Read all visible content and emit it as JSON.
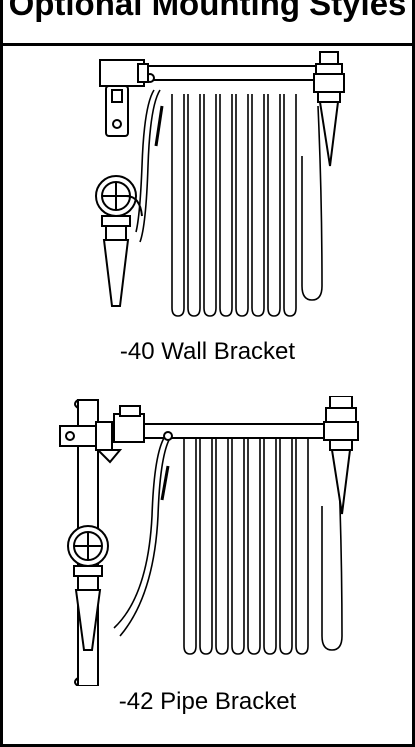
{
  "header": {
    "title": "Optional Mounting Styles"
  },
  "figures": [
    {
      "caption": "-40 Wall Bracket",
      "icon": "wall-bracket-hose-reel-icon"
    },
    {
      "caption": "-42 Pipe Bracket",
      "icon": "pipe-bracket-hose-reel-icon"
    }
  ]
}
